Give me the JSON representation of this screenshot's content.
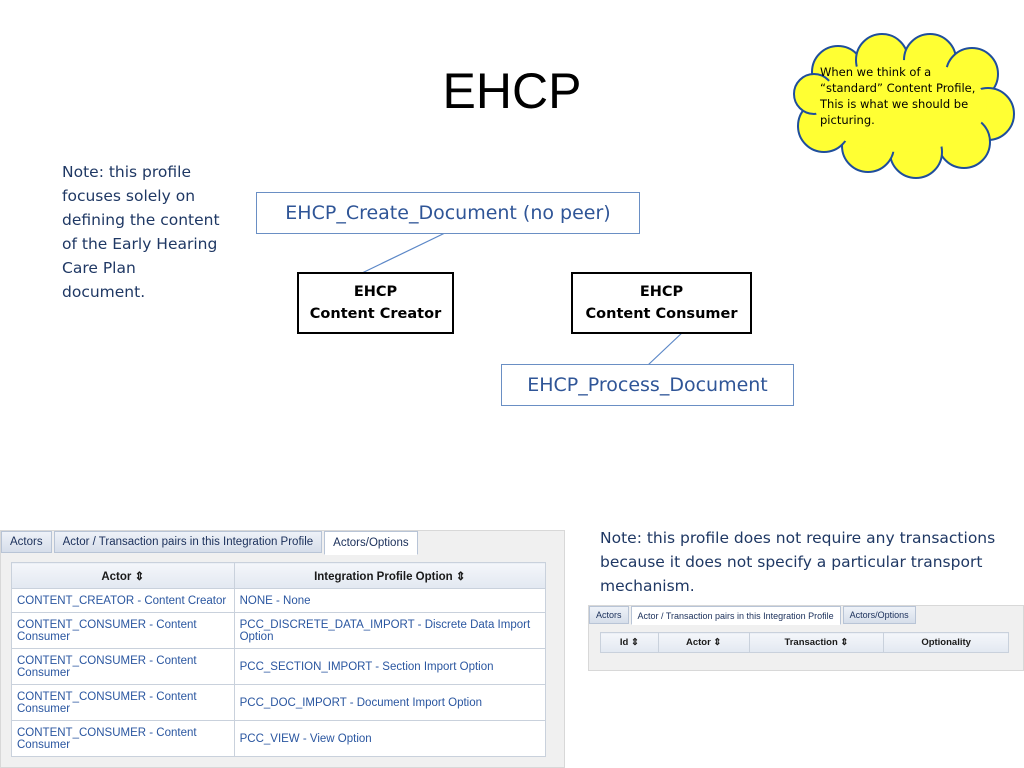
{
  "title": "EHCP",
  "note_left": "Note: this profile focuses solely on defining the content of the Early Hearing Care Plan document.",
  "note_right": "Note: this profile does not require any transactions because it does not specify a particular transport mechanism.",
  "cloud_note": "When we think of a “standard” Content Profile, This is what we should be picturing.",
  "transactions": {
    "create": "EHCP_Create_Document (no peer)",
    "process": "EHCP_Process_Document"
  },
  "actors": {
    "creator": {
      "line1": "EHCP",
      "line2": "Content Creator"
    },
    "consumer": {
      "line1": "EHCP",
      "line2": "Content Consumer"
    }
  },
  "options_panel": {
    "tabs": [
      "Actors",
      "Actor / Transaction pairs in this Integration Profile",
      "Actors/Options"
    ],
    "active_tab": 2,
    "headers": [
      "Actor ⇕",
      "Integration Profile Option ⇕"
    ],
    "rows": [
      [
        "CONTENT_CREATOR - Content Creator",
        "NONE - None"
      ],
      [
        "CONTENT_CONSUMER - Content Consumer",
        "PCC_DISCRETE_DATA_IMPORT - Discrete Data Import Option"
      ],
      [
        "CONTENT_CONSUMER - Content Consumer",
        "PCC_SECTION_IMPORT - Section Import Option"
      ],
      [
        "CONTENT_CONSUMER - Content Consumer",
        "PCC_DOC_IMPORT - Document Import Option"
      ],
      [
        "CONTENT_CONSUMER - Content Consumer",
        "PCC_VIEW - View Option"
      ]
    ]
  },
  "pairs_panel": {
    "tabs": [
      "Actors",
      "Actor / Transaction pairs in this Integration Profile",
      "Actors/Options"
    ],
    "active_tab": 1,
    "headers": [
      "Id ⇕",
      "Actor ⇕",
      "Transaction ⇕",
      "Optionality"
    ]
  },
  "colors": {
    "note_text": "#1f3864",
    "transaction_text": "#2f5597",
    "transaction_border": "#6a8fc4",
    "cloud_fill": "#ffff33",
    "cloud_stroke": "#1f4e9c",
    "link_text": "#2a56a0"
  }
}
